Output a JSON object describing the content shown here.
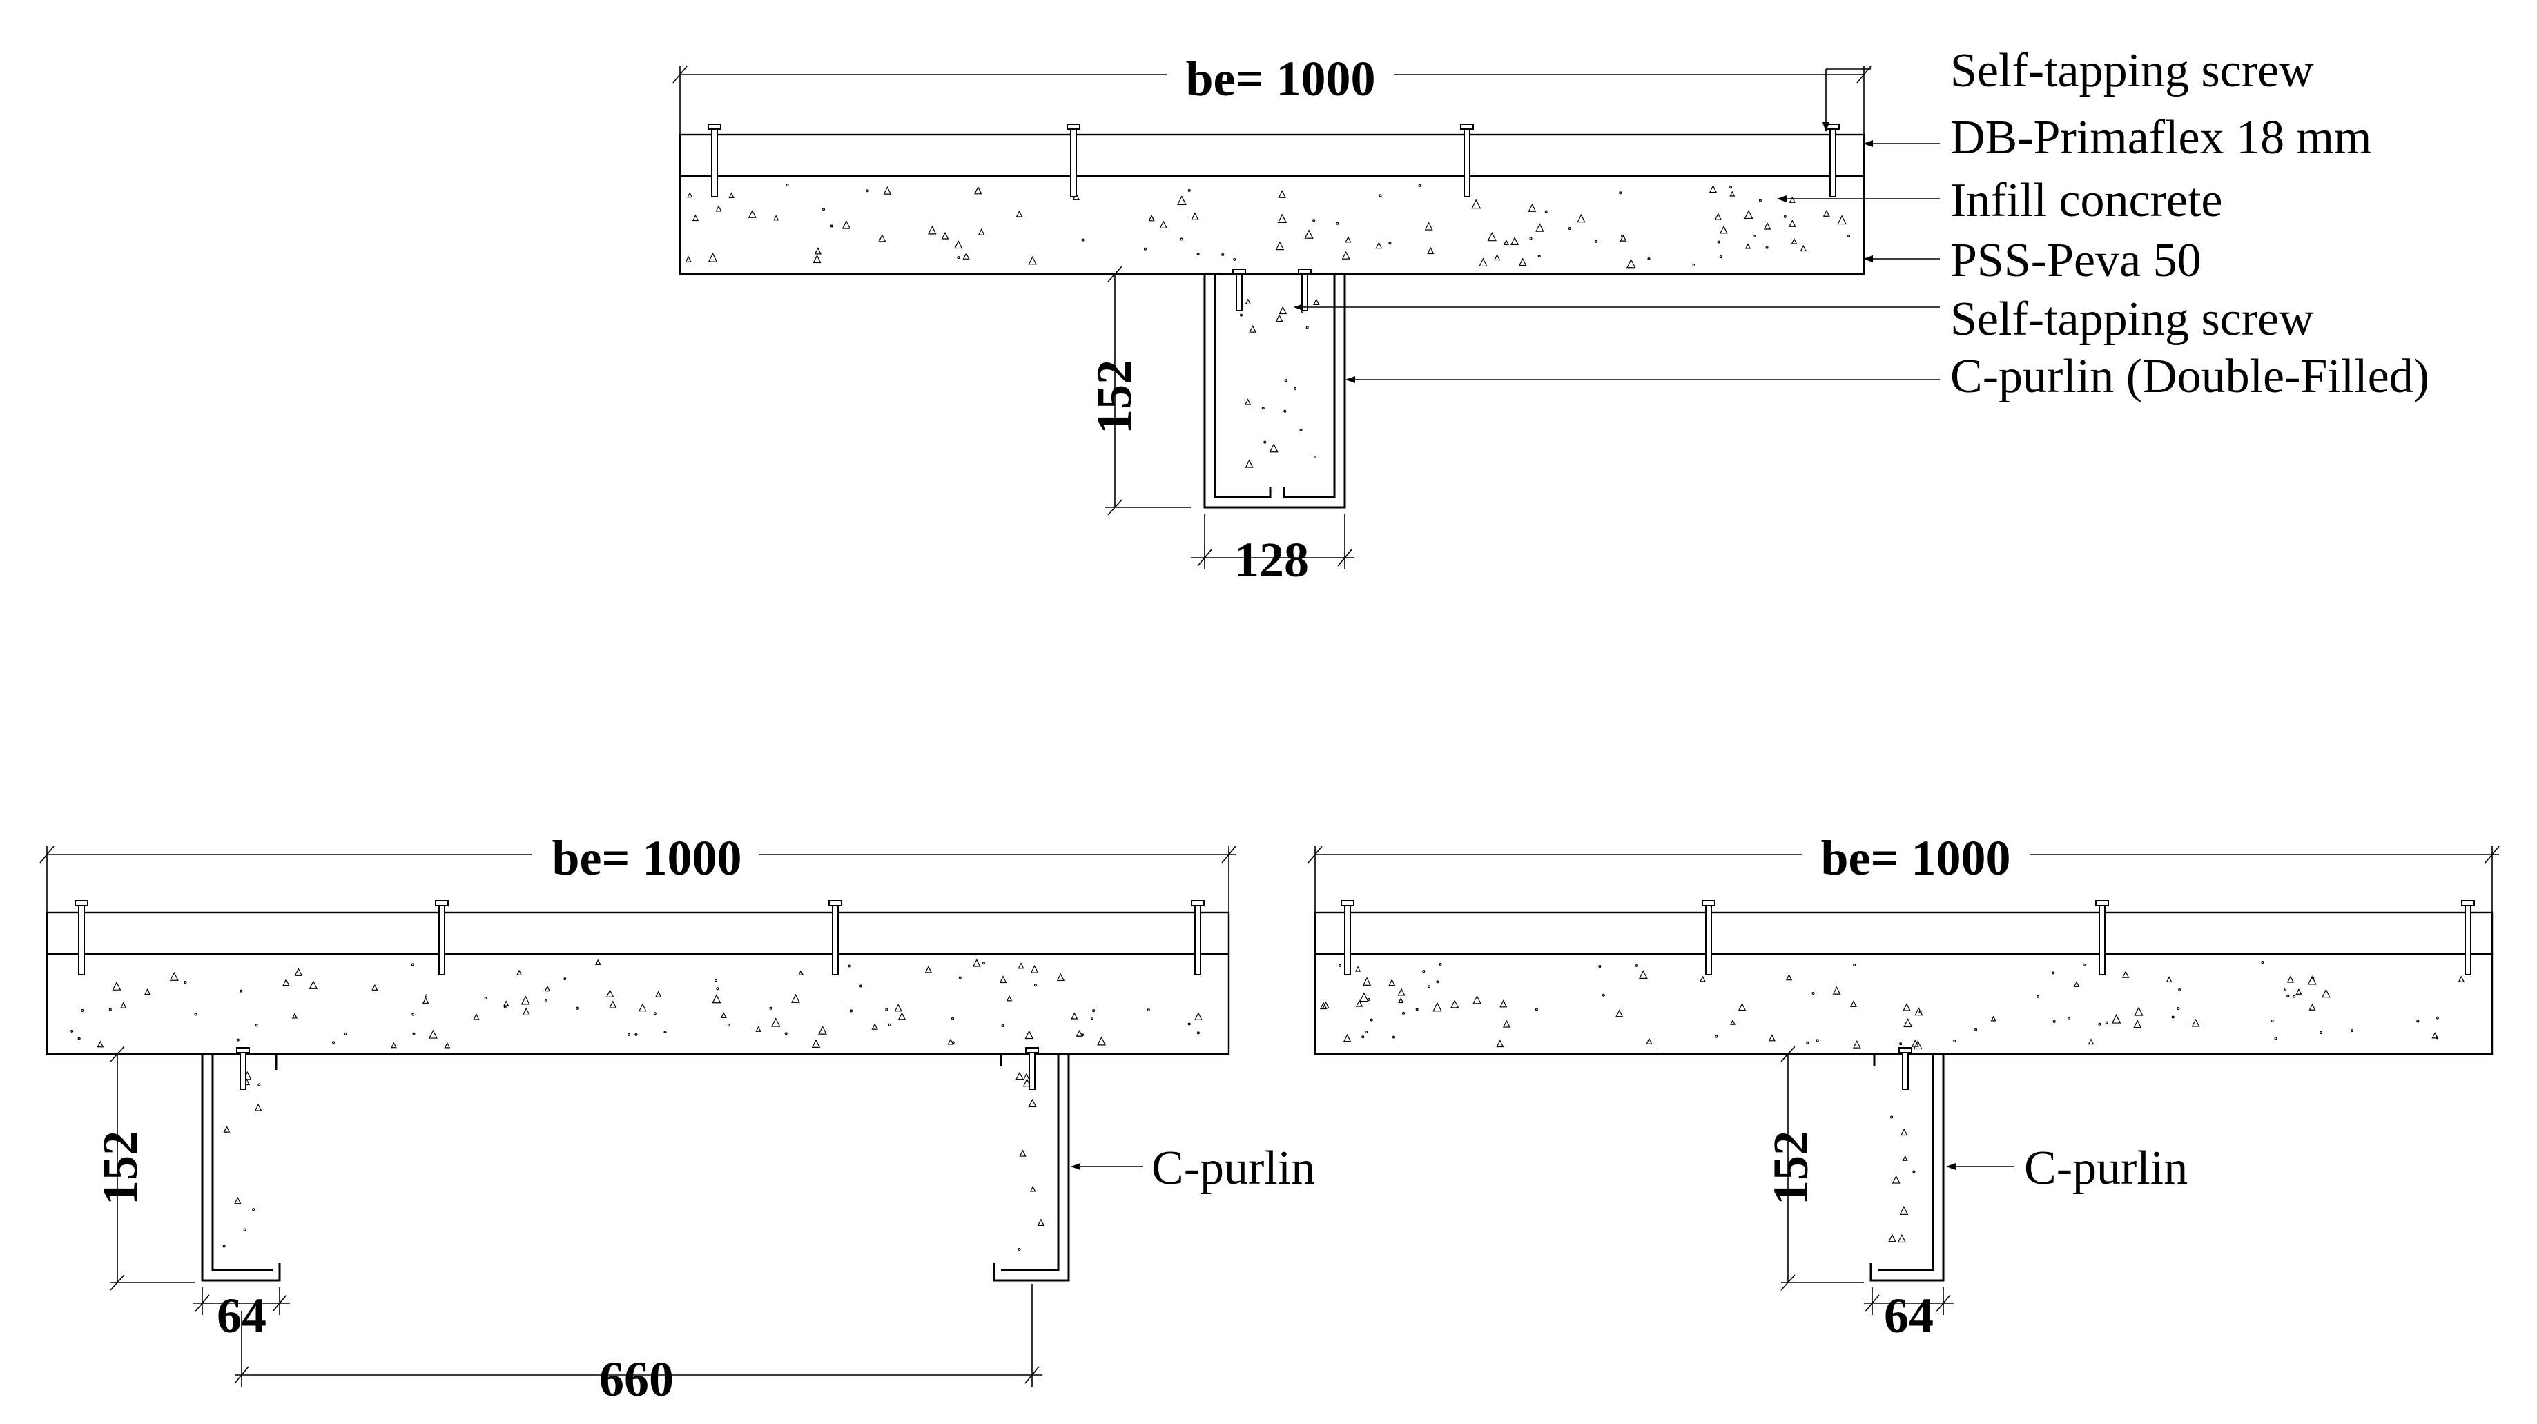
{
  "top_section": {
    "width_label": "be= 1000",
    "height_label": "152",
    "purlin_width_label": "128",
    "callouts": [
      "Self-tapping screw",
      "DB-Primaflex 18 mm",
      "Infill concrete",
      "PSS-Peva 50",
      "Self-tapping screw",
      "C-purlin (Double-Filled)"
    ]
  },
  "bottom_left_section": {
    "width_label": "be= 1000",
    "height_label": "152",
    "flange_label": "64",
    "spacing_label": "660",
    "callout": "C-purlin"
  },
  "bottom_right_section": {
    "width_label": "be= 1000",
    "height_label": "152",
    "flange_label": "64",
    "callout": "C-purlin"
  }
}
